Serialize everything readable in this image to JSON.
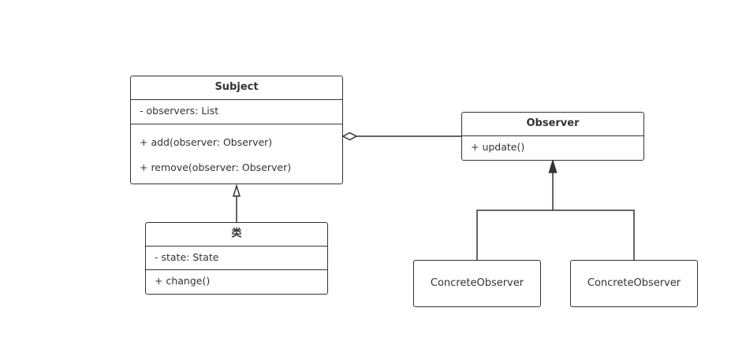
{
  "diagram": {
    "subject": {
      "name": "Subject",
      "attributes": [
        "- observers: List"
      ],
      "methods": [
        "+ add(observer: Observer)",
        "+ remove(observer: Observer)"
      ]
    },
    "observer": {
      "name": "Observer",
      "methods": [
        "+ update()"
      ]
    },
    "concrete_subject": {
      "name": "类",
      "attributes": [
        "- state: State"
      ],
      "methods": [
        "+ change()"
      ]
    },
    "concrete_observers": [
      "ConcreteObserver",
      "ConcreteObserver"
    ],
    "relations": [
      {
        "from": "Subject",
        "to": "Observer",
        "type": "aggregation"
      },
      {
        "from": "类",
        "to": "Subject",
        "type": "generalization"
      },
      {
        "from": "ConcreteObserver",
        "to": "Observer",
        "type": "generalization"
      }
    ],
    "colors": {
      "line": "#333333",
      "background": "#ffffff",
      "text": "#333333"
    }
  }
}
